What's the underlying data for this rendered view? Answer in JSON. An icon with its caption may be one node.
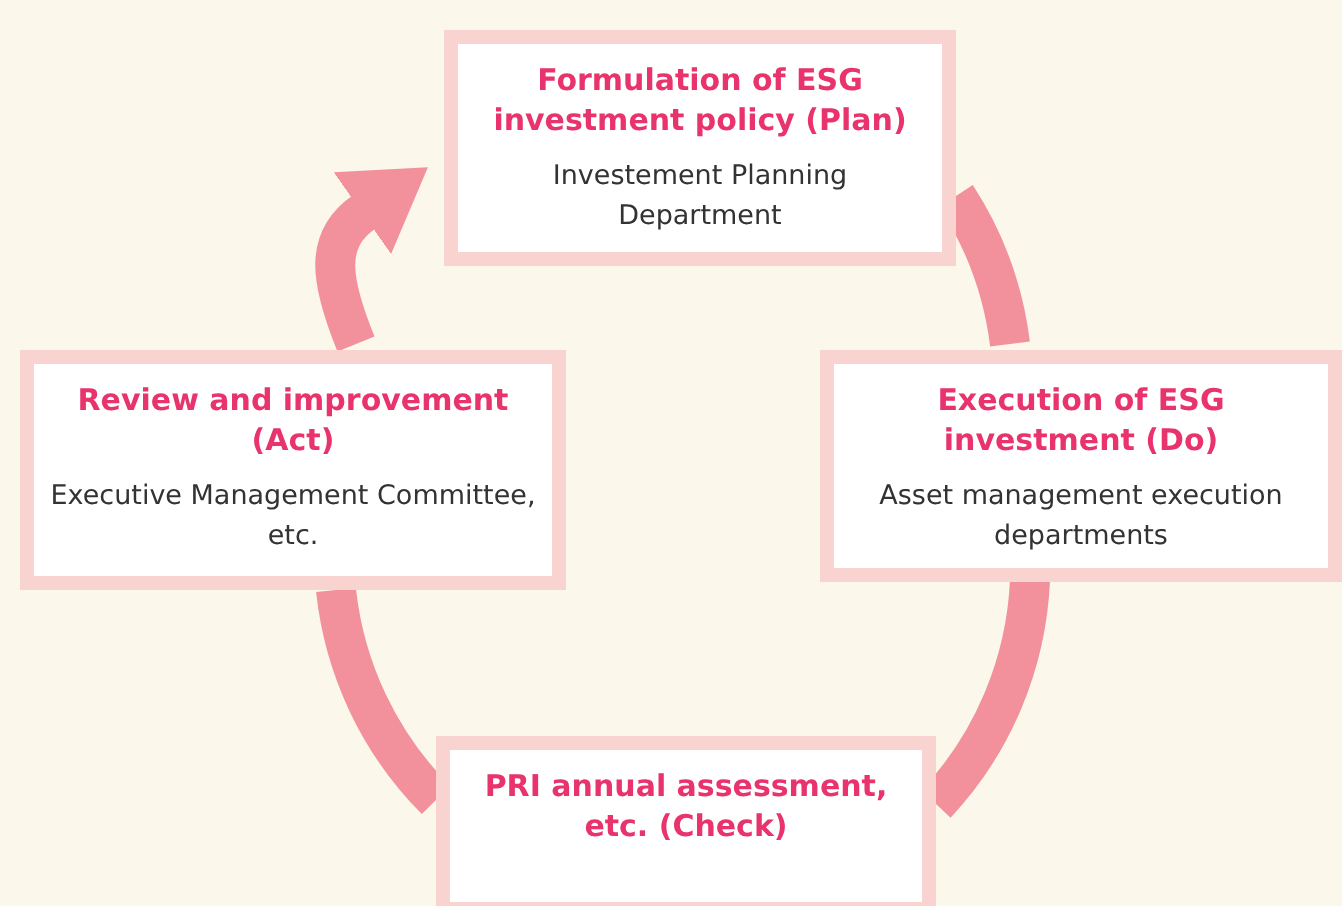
{
  "diagram": {
    "nodes": [
      {
        "text": [
          "Formulation of ESG investment policy (Plan)",
          "Investement Planning Department"
        ]
      },
      {
        "text": [
          "Review and improvement (Act)",
          "Executive Management Committee, etc."
        ]
      },
      {
        "text": [
          "Execution of ESG investment (Do)",
          "Asset management execution departments"
        ]
      },
      {
        "text": [
          "PRI annual assessment, etc. (Check)"
        ]
      }
    ],
    "edges": [
      {
        "from": 1,
        "to": 0,
        "arrow": "to"
      },
      {
        "from": 0,
        "to": 2,
        "arrow": "none"
      },
      {
        "from": 2,
        "to": 3,
        "arrow": "none"
      },
      {
        "from": 3,
        "to": 1,
        "arrow": "none"
      }
    ]
  }
}
